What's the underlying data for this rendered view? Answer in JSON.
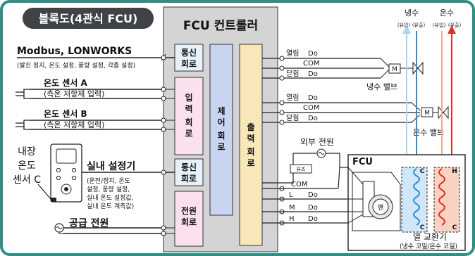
{
  "title": "블록도(4관식 FCU)",
  "controller_title": "FCU 컨트롤러",
  "blocks": {
    "comm1": [
      "통신",
      "회로"
    ],
    "input": [
      "입",
      "력",
      "회",
      "로"
    ],
    "control": [
      "제",
      "어",
      "회",
      "로"
    ],
    "output": [
      "출",
      "력",
      "회",
      "로"
    ],
    "comm2": [
      "통신",
      "회로"
    ],
    "power": [
      "전원",
      "회로"
    ]
  },
  "left": {
    "modbus_title": "Modbus, LONWORKS",
    "modbus_sub": "(발진 정지, 온도 설정, 풍량 설정, 각종 설정)",
    "sensor_a": "온도 센서 A",
    "sensor_a_sub": "(측온 저항체 입력)",
    "sensor_b": "온도 센서 B",
    "sensor_b_sub": "(측온 저항체 입력)",
    "builtin": [
      "내장",
      "온도",
      "센서 C"
    ],
    "room_setter": "실내 설정기",
    "room_setter_sub": [
      "(운전/정지, 온도",
      "설정, 풍량 설정,",
      "실내 온도 설정값,",
      "실내 온도 계측값)"
    ],
    "supply_power": "공급 전원"
  },
  "outputs": {
    "open": "열림",
    "do": "Do",
    "com": "COM",
    "close": "닫힘",
    "cold_valve": "냉수 밸브",
    "hot_valve": "온수 밸브",
    "motor": "M",
    "external_power": "외부 전원",
    "fuse": "퓨즈",
    "L": "L",
    "M": "M",
    "H": "H"
  },
  "pipes": {
    "cold": "냉수",
    "hot": "온수",
    "inflow": "(유입)",
    "outflow": "(유출)"
  },
  "fcu": {
    "label": "FCU",
    "fan": "팬",
    "coil_c": "C",
    "coil_h": "H",
    "heat_exchanger": "열 교환기",
    "heat_exchanger_sub": "(냉수 코일/온수 코일)"
  },
  "colors": {
    "frame": "#2f8f86",
    "title_bg": "#3f4246",
    "controller_bg": "#d4d4d4",
    "block_comm": "#e7f1fa",
    "block_input": "#fbe1ee",
    "block_control": "#c9d4f0",
    "block_output": "#f8e7b8",
    "cold": "#2a8fd8",
    "cold_light": "#a9d5f3",
    "hot": "#d9312a",
    "hot_light": "#f1aa90"
  }
}
